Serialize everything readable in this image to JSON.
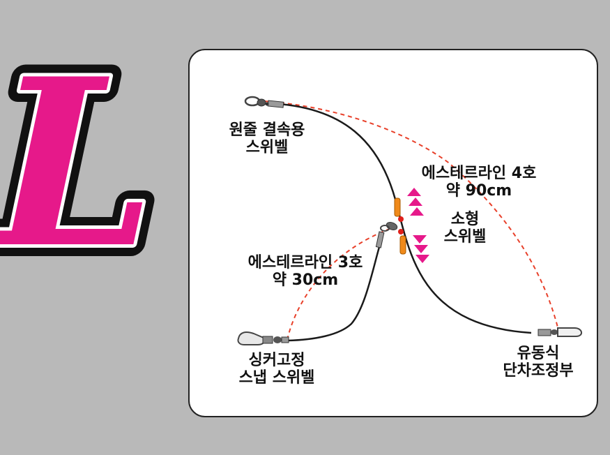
{
  "logo": {
    "letter": "L",
    "fill_color": "#e6198a",
    "outline_color": "#111111"
  },
  "diagram": {
    "labels": {
      "top_swivel": [
        "원줄 결속용",
        "스위벨"
      ],
      "main_line": [
        "에스테르라인 4호",
        "약 90cm"
      ],
      "small_swivel": [
        "소형",
        "스위벨"
      ],
      "sinker_line": [
        "에스테르라인 3호",
        "약 30cm"
      ],
      "sinker_snap": [
        "싱커고정",
        "스냅 스위벨"
      ],
      "sliding_part": [
        "유동식",
        "단차조정부"
      ]
    },
    "colors": {
      "line": "#1a1a1a",
      "dashed_leader": "#e8402a",
      "arrow": "#e6198a",
      "bead": "#f08a1a",
      "stopper": "#e0201a"
    }
  }
}
